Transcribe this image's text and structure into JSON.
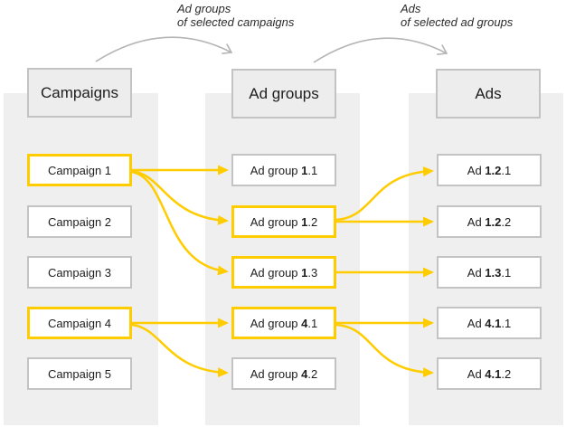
{
  "diagram": {
    "annotations": [
      {
        "line1": "Ad groups",
        "line2": "of selected campaigns"
      },
      {
        "line1": "Ads",
        "line2": "of selected ad groups"
      }
    ],
    "columns": [
      {
        "header": "Campaigns",
        "items": [
          {
            "label": "Campaign 1",
            "selected": true
          },
          {
            "label": "Campaign 2",
            "selected": false
          },
          {
            "label": "Campaign 3",
            "selected": false
          },
          {
            "label": "Campaign 4",
            "selected": true
          },
          {
            "label": "Campaign 5",
            "selected": false
          }
        ]
      },
      {
        "header": "Ad groups",
        "items": [
          {
            "prefix": "Ad group ",
            "bold": "1",
            "suffix": ".1",
            "selected": false
          },
          {
            "prefix": "Ad group ",
            "bold": "1",
            "suffix": ".2",
            "selected": true
          },
          {
            "prefix": "Ad group ",
            "bold": "1",
            "suffix": ".3",
            "selected": true
          },
          {
            "prefix": "Ad group ",
            "bold": "4",
            "suffix": ".1",
            "selected": true
          },
          {
            "prefix": "Ad group ",
            "bold": "4",
            "suffix": ".2",
            "selected": false
          }
        ]
      },
      {
        "header": "Ads",
        "items": [
          {
            "prefix": "Ad ",
            "bold": "1.2",
            "suffix": ".1",
            "selected": false
          },
          {
            "prefix": "Ad ",
            "bold": "1.2",
            "suffix": ".2",
            "selected": false
          },
          {
            "prefix": "Ad ",
            "bold": "1.3",
            "suffix": ".1",
            "selected": false
          },
          {
            "prefix": "Ad ",
            "bold": "4.1",
            "suffix": ".1",
            "selected": false
          },
          {
            "prefix": "Ad ",
            "bold": "4.1",
            "suffix": ".2",
            "selected": false
          }
        ]
      }
    ],
    "connections": [
      {
        "from": "Campaign 1",
        "to": "Ad group 1.1"
      },
      {
        "from": "Campaign 1",
        "to": "Ad group 1.2"
      },
      {
        "from": "Campaign 1",
        "to": "Ad group 1.3"
      },
      {
        "from": "Campaign 4",
        "to": "Ad group 4.1"
      },
      {
        "from": "Campaign 4",
        "to": "Ad group 4.2"
      },
      {
        "from": "Ad group 1.2",
        "to": "Ad 1.2.1"
      },
      {
        "from": "Ad group 1.2",
        "to": "Ad 1.2.2"
      },
      {
        "from": "Ad group 1.3",
        "to": "Ad 1.3.1"
      },
      {
        "from": "Ad group 4.1",
        "to": "Ad 4.1.1"
      },
      {
        "from": "Ad group 4.1",
        "to": "Ad 4.1.2"
      }
    ],
    "colors": {
      "accent_yellow": "#ffcc00",
      "box_border_gray": "#c3c3c3",
      "column_bg": "#efefef",
      "arc_gray": "#b5b5b5",
      "text": "#1e1e1e"
    }
  }
}
